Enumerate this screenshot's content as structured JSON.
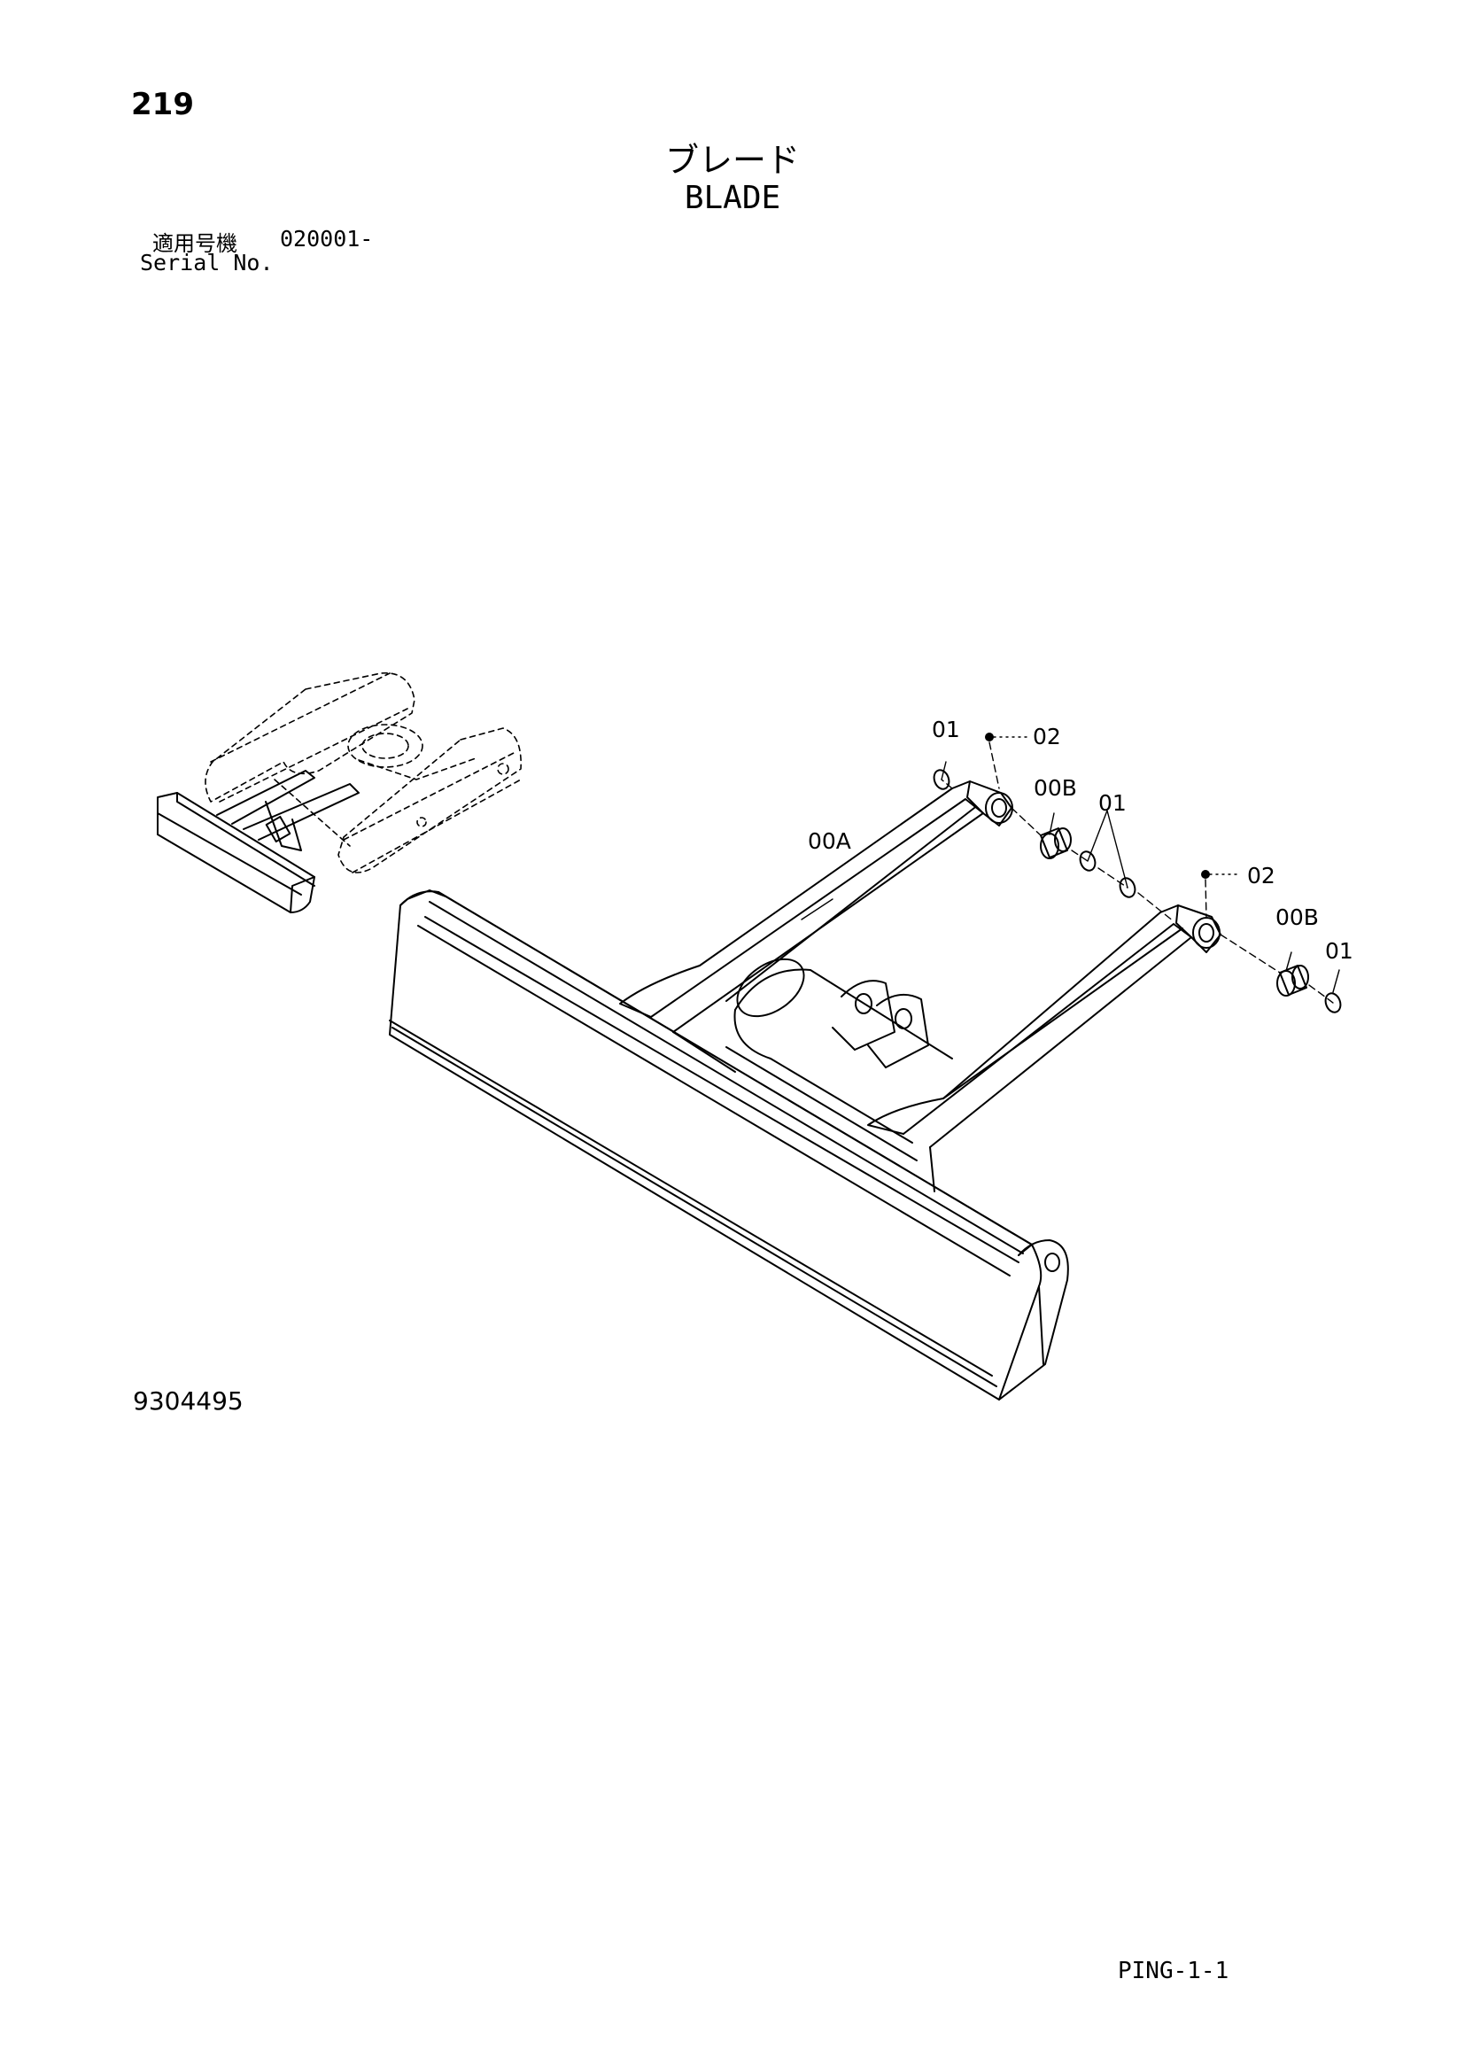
{
  "header": {
    "page_number": "219",
    "title_jp": "ブレード",
    "title_en": "BLADE",
    "serial_label_jp": "適用号機",
    "serial_range": "020001-",
    "serial_label_en": "Serial No."
  },
  "callouts": {
    "left_seal_top": "01",
    "left_fitting": "02",
    "left_bushing": "00B",
    "left_seal_group": "01",
    "frame": "00A",
    "right_fitting": "02",
    "right_bushing": "00B",
    "right_seal": "01"
  },
  "footer": {
    "drawing_number": "9304495",
    "sheet_code": "PING-1-1"
  }
}
